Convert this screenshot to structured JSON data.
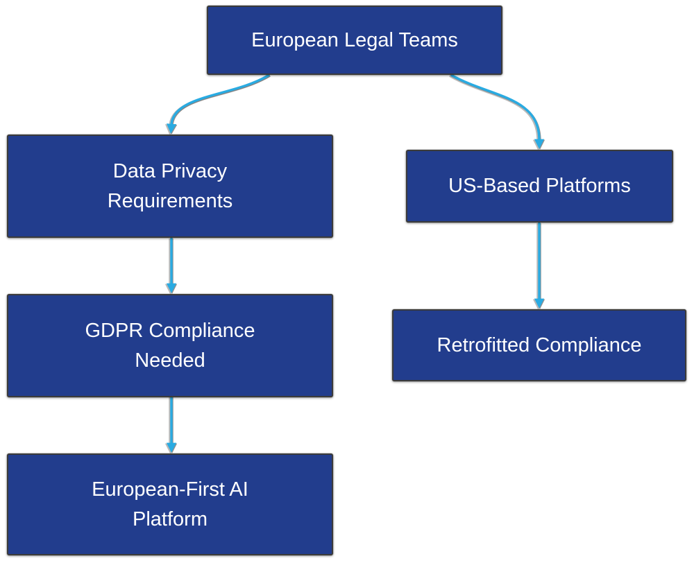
{
  "diagram": {
    "type": "flowchart",
    "direction": "top-down",
    "colors": {
      "background": "#ffffff",
      "node_fill": "#223d8d",
      "node_border": "#3b3b3b",
      "edge": "#29abe2",
      "text": "#ffffff"
    },
    "nodes": [
      {
        "id": "european-legal-teams",
        "label": "European Legal Teams"
      },
      {
        "id": "data-privacy-requirements",
        "label": "Data Privacy Requirements"
      },
      {
        "id": "us-based-platforms",
        "label": "US-Based Platforms"
      },
      {
        "id": "gdpr-compliance-needed",
        "label": "GDPR Compliance Needed"
      },
      {
        "id": "retrofitted-compliance",
        "label": "Retrofitted Compliance"
      },
      {
        "id": "european-first-ai-platform",
        "label": "European-First AI Platform"
      }
    ],
    "edges": [
      {
        "from": "European Legal Teams",
        "to": "Data Privacy Requirements"
      },
      {
        "from": "European Legal Teams",
        "to": "US-Based Platforms"
      },
      {
        "from": "Data Privacy Requirements",
        "to": "GDPR Compliance Needed"
      },
      {
        "from": "US-Based Platforms",
        "to": "Retrofitted Compliance"
      },
      {
        "from": "GDPR Compliance Needed",
        "to": "European-First AI Platform"
      }
    ]
  }
}
